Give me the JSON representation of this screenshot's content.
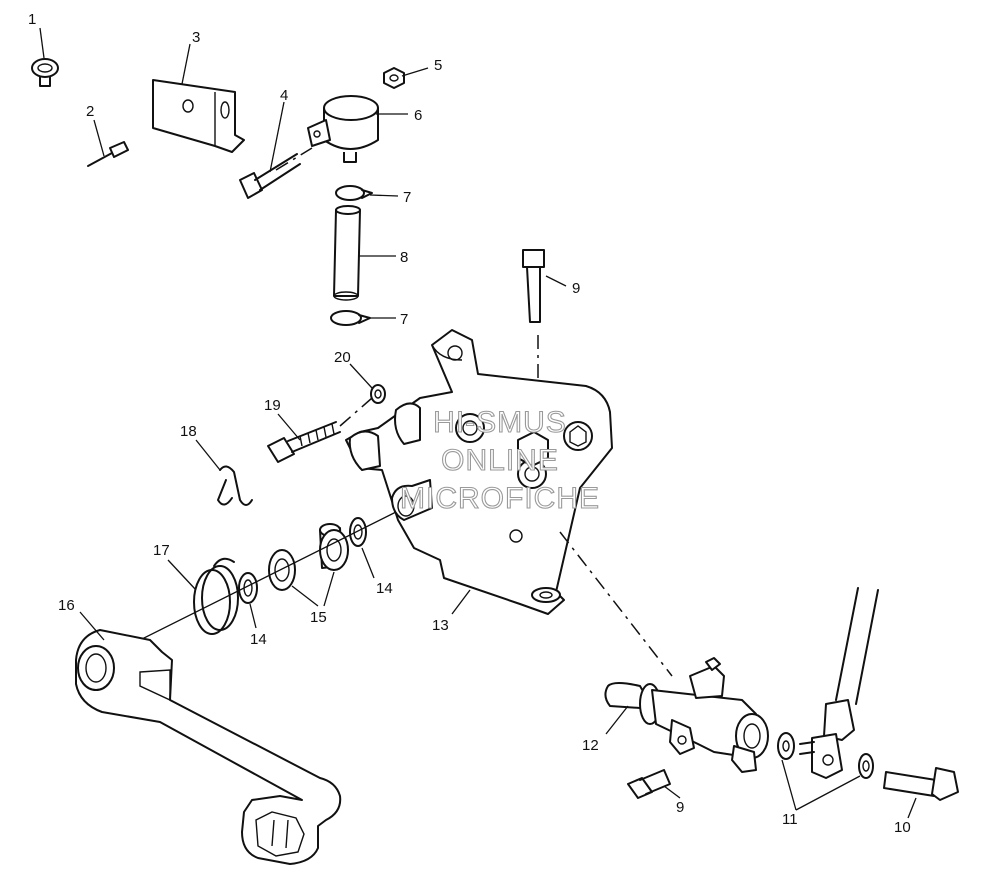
{
  "callouts": [
    {
      "id": "c1",
      "text": "1"
    },
    {
      "id": "c2",
      "text": "2"
    },
    {
      "id": "c3",
      "text": "3"
    },
    {
      "id": "c4",
      "text": "4"
    },
    {
      "id": "c5",
      "text": "5"
    },
    {
      "id": "c6",
      "text": "6"
    },
    {
      "id": "c7a",
      "text": "7"
    },
    {
      "id": "c8",
      "text": "8"
    },
    {
      "id": "c7b",
      "text": "7"
    },
    {
      "id": "c9a",
      "text": "9"
    },
    {
      "id": "c20",
      "text": "20"
    },
    {
      "id": "c19",
      "text": "19"
    },
    {
      "id": "c18",
      "text": "18"
    },
    {
      "id": "c17",
      "text": "17"
    },
    {
      "id": "c14a",
      "text": "14"
    },
    {
      "id": "c15",
      "text": "15"
    },
    {
      "id": "c14b",
      "text": "14"
    },
    {
      "id": "c13",
      "text": "13"
    },
    {
      "id": "c16",
      "text": "16"
    },
    {
      "id": "c12",
      "text": "12"
    },
    {
      "id": "c9b",
      "text": "9"
    },
    {
      "id": "c11",
      "text": "11"
    },
    {
      "id": "c10",
      "text": "10"
    }
  ],
  "watermark": {
    "line1": "HI-SMUS",
    "line2": "ONLINE",
    "line3": "MICROFICHE"
  }
}
